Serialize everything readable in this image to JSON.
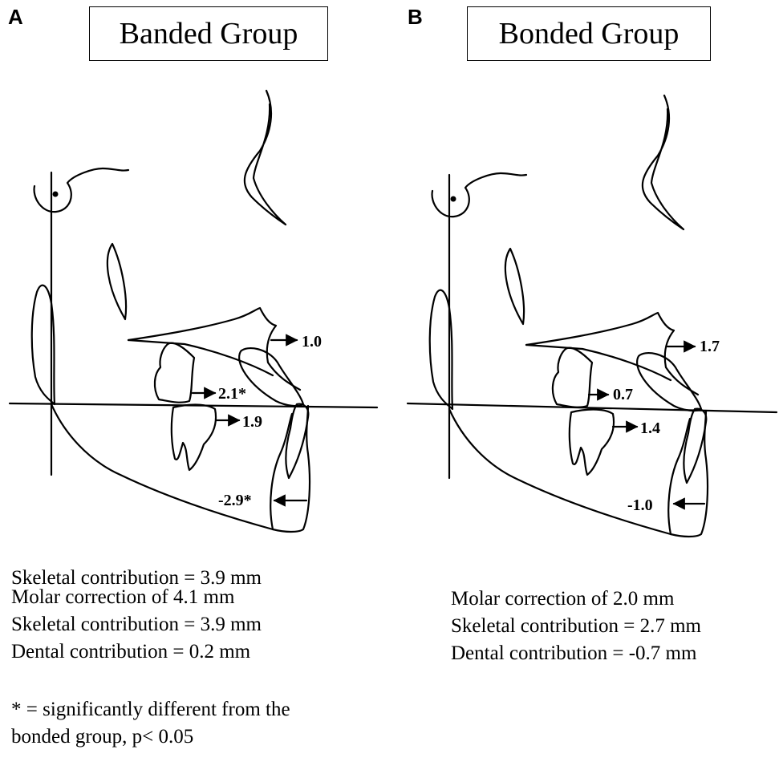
{
  "panels": [
    {
      "letter": "A",
      "title": "Banded Group",
      "labels": {
        "upper_incisor": "1.0",
        "upper_molar": "2.1*",
        "lower_molar": "1.9",
        "lower_incisor": "-2.9*"
      },
      "caption": [
        "Skeletal contribution = 3.9 mm",
        "Molar correction of 4.1 mm",
        "Skeletal contribution = 3.9 mm",
        "Dental contribution = 0.2 mm"
      ],
      "footnote": [
        "* = significantly different from the",
        "bonded group, p< 0.05"
      ]
    },
    {
      "letter": "B",
      "title": "Bonded Group",
      "labels": {
        "upper_incisor": "1.7",
        "upper_molar": "0.7",
        "lower_molar": "1.4",
        "lower_incisor": "-1.0"
      },
      "caption": [
        "Molar correction of 2.0 mm",
        "Skeletal contribution = 2.7 mm",
        "Dental contribution = -0.7 mm"
      ]
    }
  ]
}
